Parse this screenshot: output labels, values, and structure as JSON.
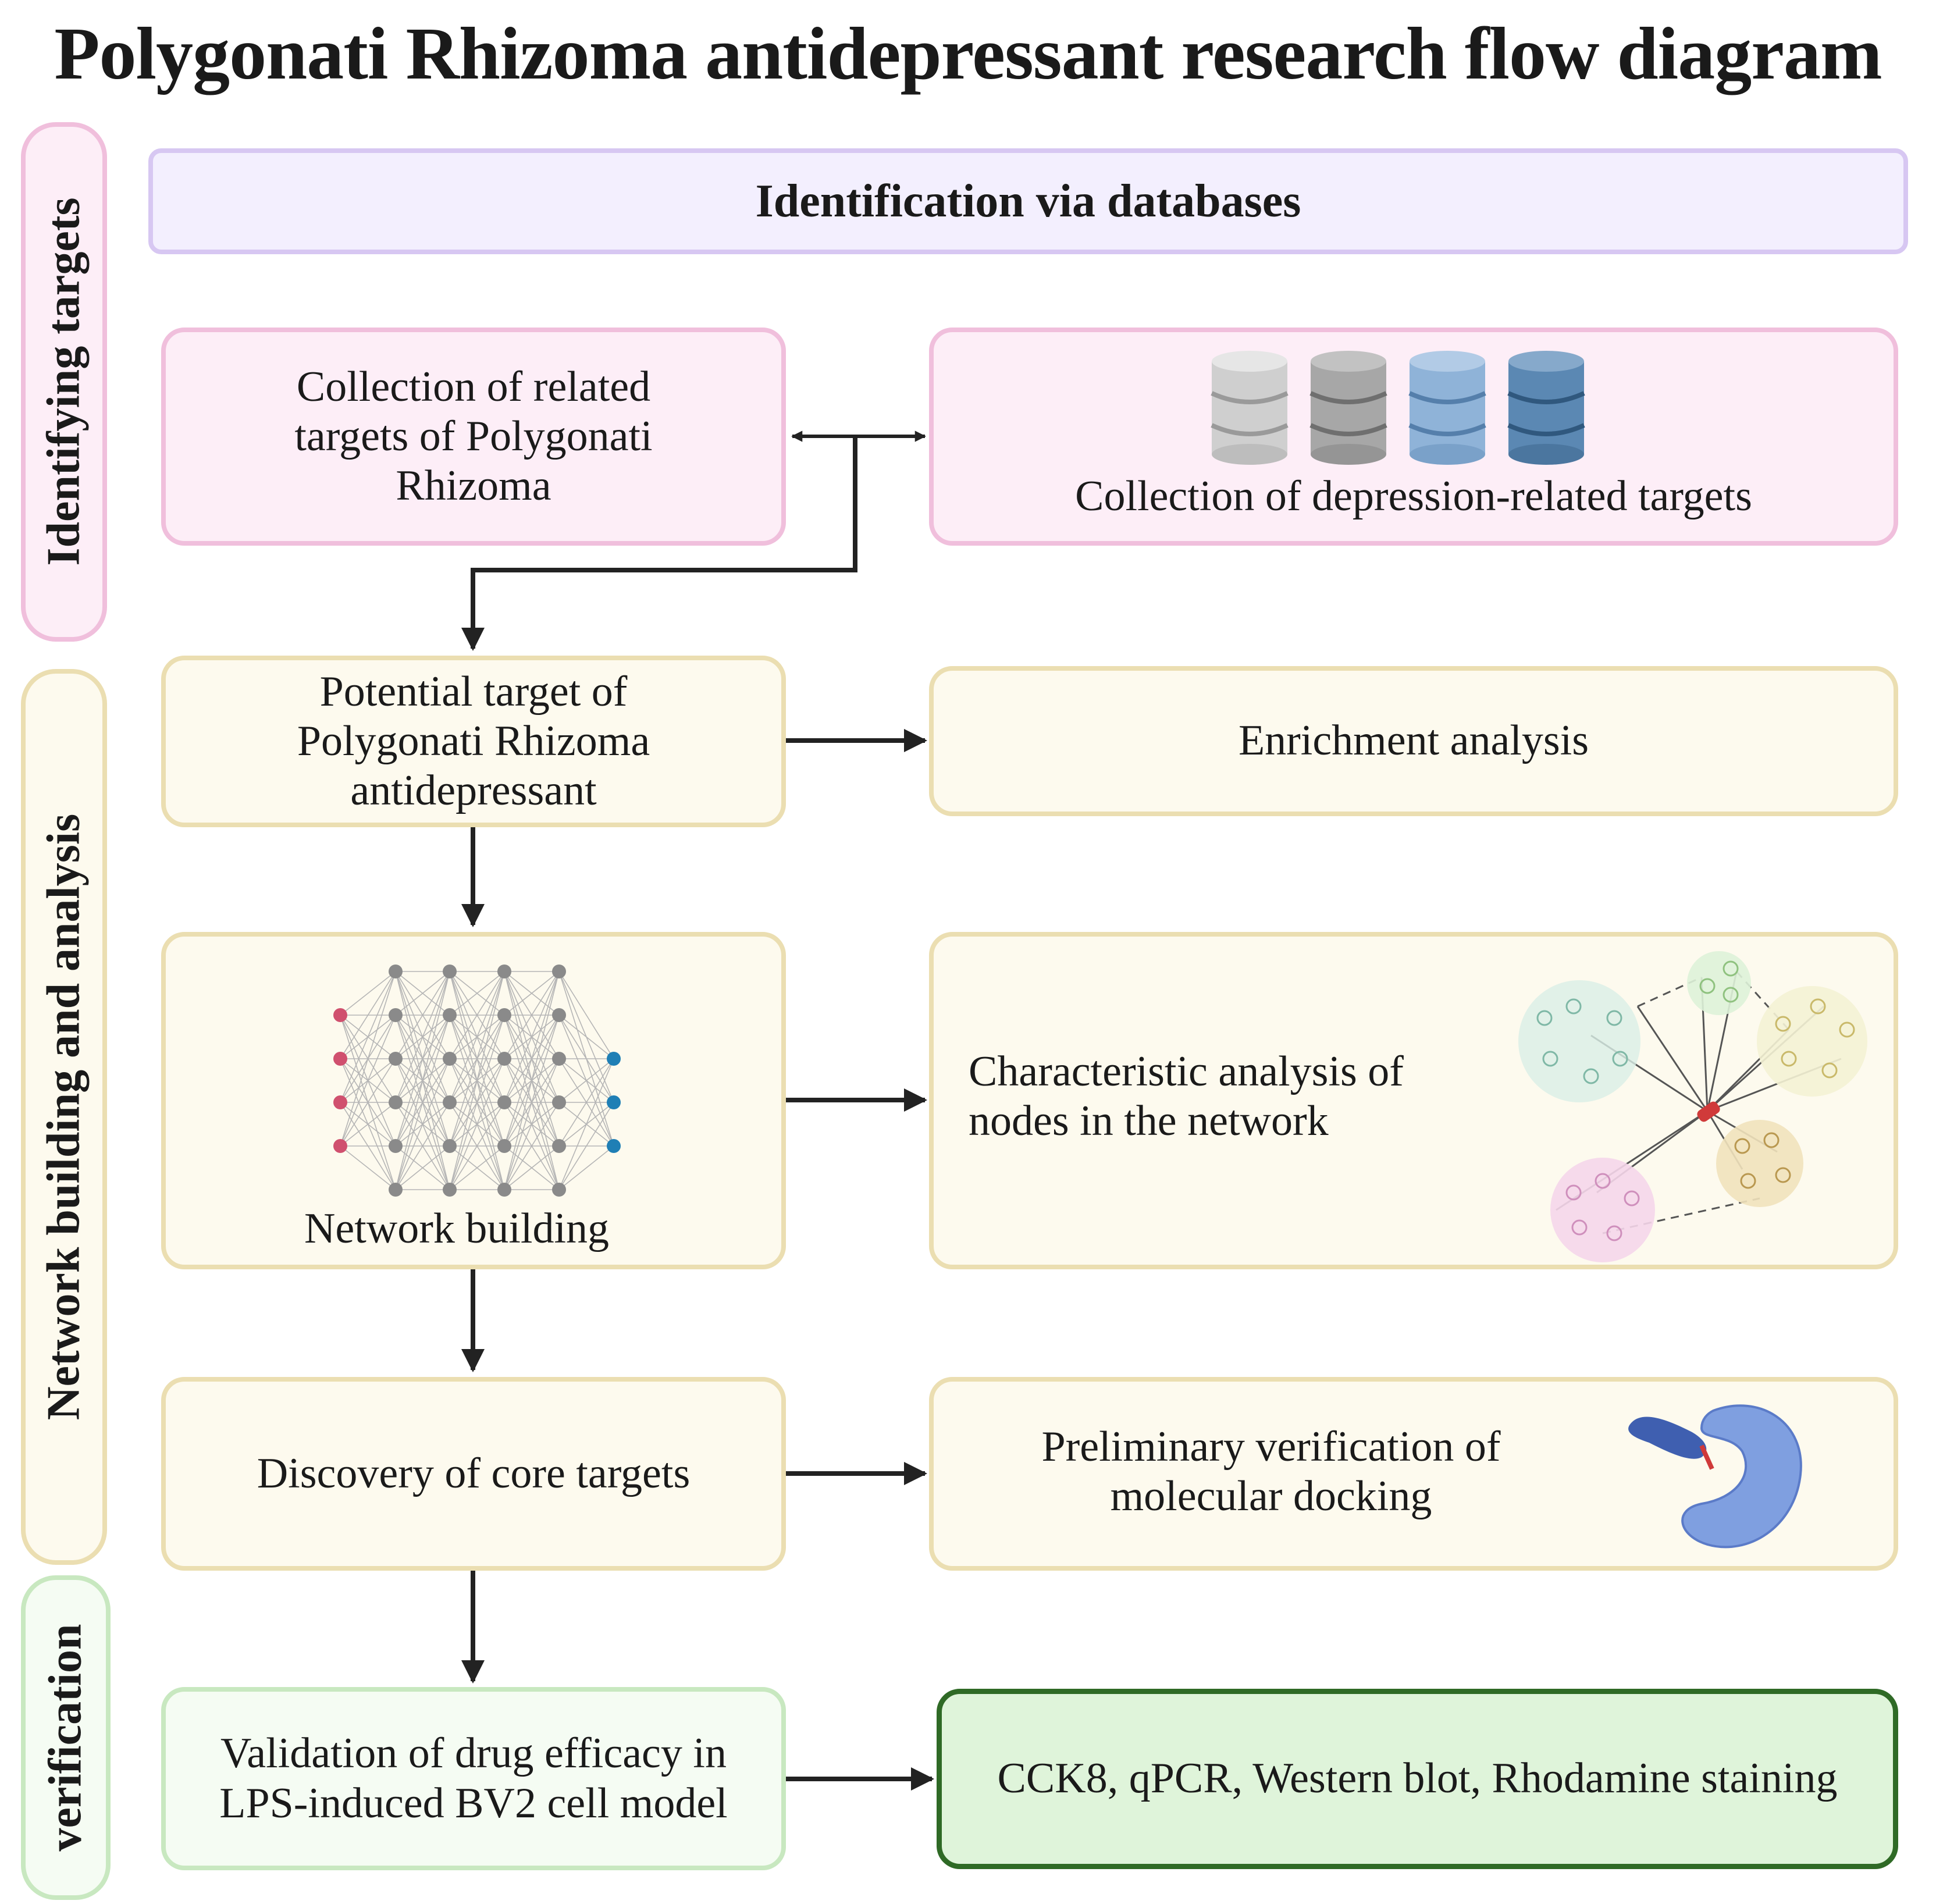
{
  "title": "Polygonati Rhizoma antidepressant research flow diagram",
  "phases": {
    "identifying": "Identifying targets",
    "network": "Network building and analysis",
    "verification": "verification"
  },
  "header": "Identification via databases",
  "boxes": {
    "pr_targets": "Collection of related targets of Polygonati Rhizoma",
    "depression_targets": "Collection of depression-related targets",
    "potential_target": "Potential target of Polygonati Rhizoma antidepressant",
    "enrichment": "Enrichment analysis",
    "network_building": "Network building",
    "characteristic": "Characteristic analysis of nodes in the network",
    "core_targets": "Discovery of core targets",
    "docking": "Preliminary verification of molecular docking",
    "validation": "Validation of drug efficacy in LPS-induced BV2 cell model",
    "assays": "CCK8, qPCR, Western blot, Rhodamine staining"
  },
  "colors": {
    "pink_fill": "#fdeef7",
    "pink_border": "#f0bfdc",
    "yellow_fill": "#fdfaee",
    "yellow_border": "#ebdeb1",
    "green_fill": "#f5fcf3",
    "green_border": "#c8e8c0",
    "dark_green_border": "#2f6a26",
    "lavender_border": "#d7c7f2",
    "arrow": "#222222"
  }
}
